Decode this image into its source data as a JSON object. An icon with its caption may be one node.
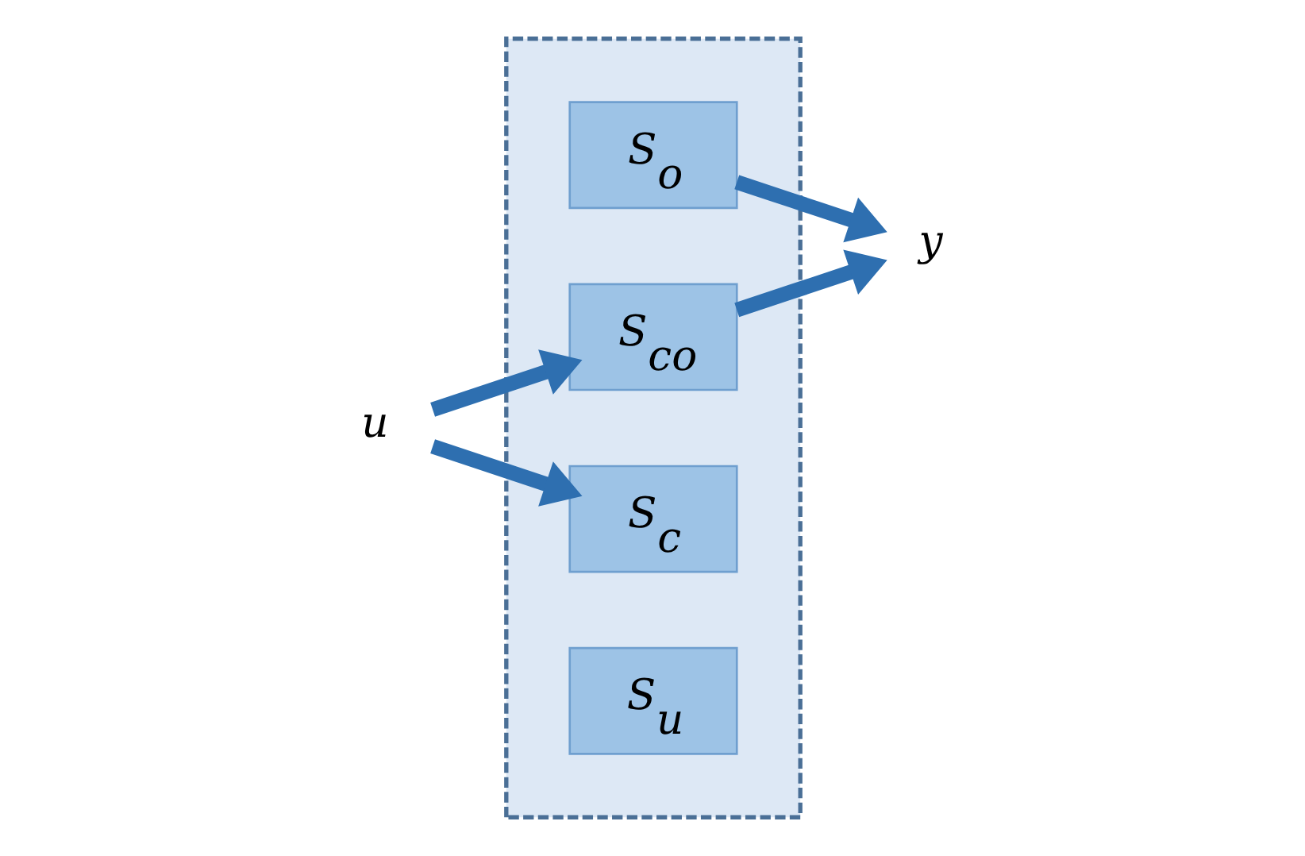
{
  "diagram": {
    "nodes": [
      {
        "text": [],
        "shape": "box"
      },
      {
        "text": [
          "u"
        ]
      },
      {
        "text": [
          "S$_{o}$"
        ],
        "in": 0
      },
      {
        "text": [
          "S$_{co}$"
        ],
        "in": 0
      },
      {
        "text": [
          "S$_{c}$"
        ],
        "in": 0
      },
      {
        "text": [
          "S$_{u}$"
        ],
        "in": 0
      },
      {
        "text": [
          "y"
        ]
      }
    ],
    "edges": [
      {
        "from": 1,
        "to": 3,
        "arrow": "to"
      },
      {
        "from": 1,
        "to": 4,
        "arrow": "to"
      },
      {
        "from": 2,
        "to": 6,
        "arrow": "to"
      },
      {
        "from": 3,
        "to": 6,
        "arrow": "to"
      }
    ]
  }
}
